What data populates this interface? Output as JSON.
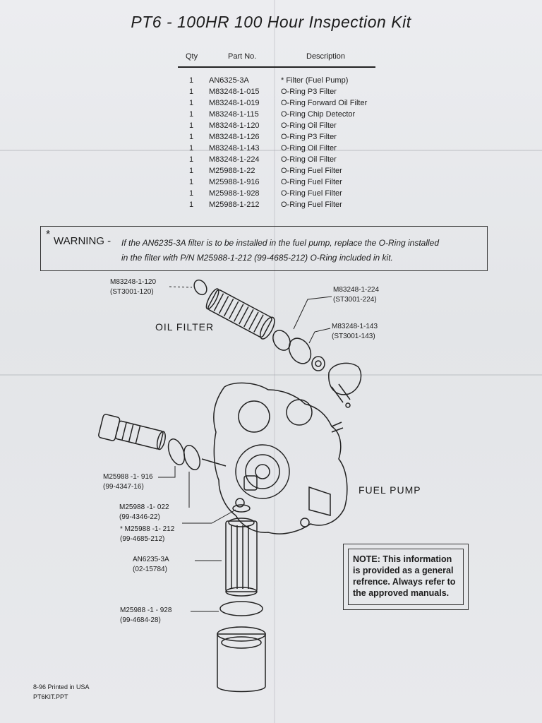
{
  "title": "PT6 - 100HR  100 Hour Inspection Kit",
  "table": {
    "headers": {
      "qty": "Qty",
      "part": "Part No.",
      "desc": "Description"
    },
    "rows": [
      {
        "qty": "1",
        "part": "AN6325-3A",
        "desc": "*  Filter (Fuel Pump)"
      },
      {
        "qty": "1",
        "part": "M83248-1-015",
        "desc": "O-Ring P3 Filter"
      },
      {
        "qty": "1",
        "part": "M83248-1-019",
        "desc": "O-Ring Forward Oil Filter"
      },
      {
        "qty": "1",
        "part": "M83248-1-115",
        "desc": "O-Ring Chip Detector"
      },
      {
        "qty": "1",
        "part": "M83248-1-120",
        "desc": "O-Ring Oil Filter"
      },
      {
        "qty": "1",
        "part": "M83248-1-126",
        "desc": "O-Ring P3 Filter"
      },
      {
        "qty": "1",
        "part": "M83248-1-143",
        "desc": "O-Ring Oil Filter"
      },
      {
        "qty": "1",
        "part": "M83248-1-224",
        "desc": "O-Ring Oil Filter"
      },
      {
        "qty": "1",
        "part": "M25988-1-22",
        "desc": "O-Ring Fuel Filter"
      },
      {
        "qty": "1",
        "part": "M25988-1-916",
        "desc": "O-Ring Fuel Filter"
      },
      {
        "qty": "1",
        "part": "M25988-1-928",
        "desc": "O-Ring Fuel Filter"
      },
      {
        "qty": "1",
        "part": "M25988-1-212",
        "desc": "O-Ring Fuel Filter"
      }
    ]
  },
  "warning": {
    "star": "*",
    "label": "WARNING -",
    "line1": "If the AN6235-3A filter is to be installed in the fuel pump, replace the O-Ring installed",
    "line2": "in the filter with P/N M25988-1-212  (99-4685-212) O-Ring included in kit."
  },
  "diagram": {
    "oil_filter_label": "OIL FILTER",
    "fuel_pump_label": "FUEL PUMP",
    "callouts": {
      "c120": {
        "part": "M83248-1-120",
        "alt": "(ST3001-120)"
      },
      "c224": {
        "part": "M83248-1-224",
        "alt": "(ST3001-224)"
      },
      "c143": {
        "part": "M83248-1-143",
        "alt": "(ST3001-143)"
      },
      "c916": {
        "part": "M25988 -1- 916",
        "alt": "(99-4347-16)"
      },
      "c022": {
        "part": "M25988 -1- 022",
        "alt": "(99-4346-22)"
      },
      "c212": {
        "part": "* M25988 -1- 212",
        "alt": "(99-4685-212)"
      },
      "can": {
        "part": "AN6235-3A",
        "alt": "(02-15784)"
      },
      "c928": {
        "part": "M25988 -1 - 928",
        "alt": "(99-4684-28)"
      }
    }
  },
  "note": {
    "text": "NOTE:  This information is provided as a general refrence.  Always refer to the approved manuals."
  },
  "footer": {
    "line1": "8-96  Printed in USA",
    "line2": "PT6KIT.PPT"
  }
}
